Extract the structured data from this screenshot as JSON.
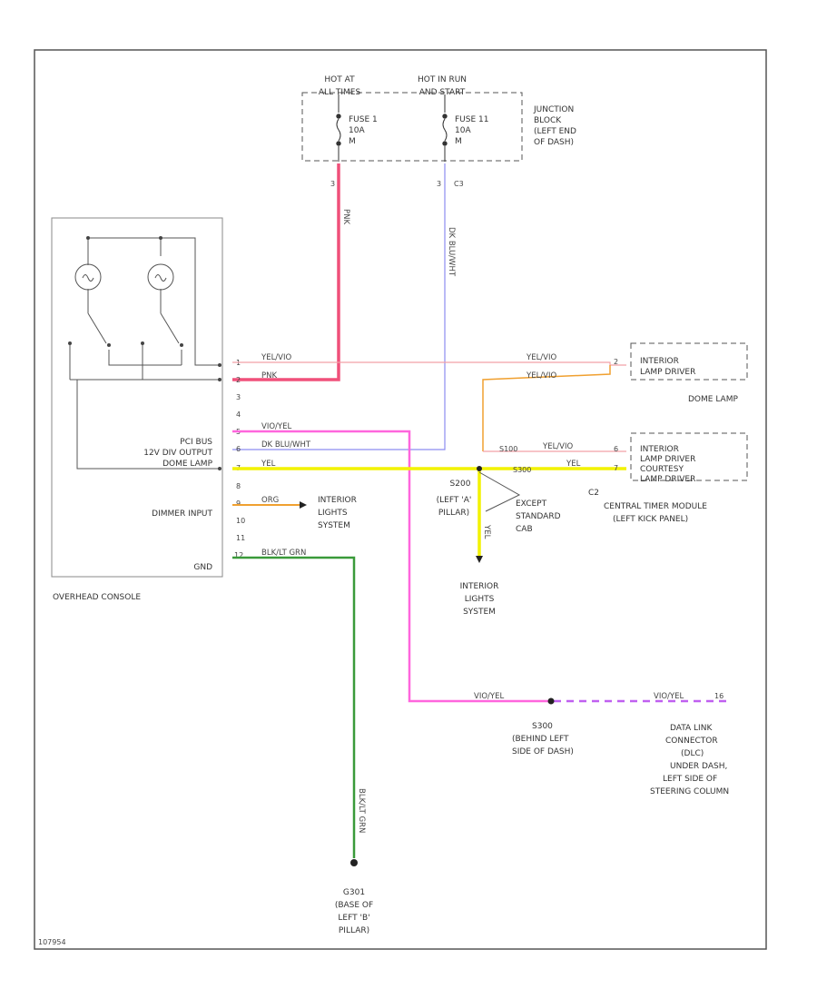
{
  "colors": {
    "pink": "#f0507a",
    "blue": "#8c8cf0",
    "vio_yel": "#ff66dd",
    "yel_vio": "#f2a0a8",
    "yellow": "#f2f200",
    "orange": "#f0a030",
    "green": "#3a9a3a",
    "black": "#222222",
    "violet": "#c060f0"
  },
  "junction": {
    "hot_at_all_times": [
      "HOT AT",
      "ALL TIMES"
    ],
    "hot_in_run": [
      "HOT IN RUN",
      "AND START"
    ],
    "fuse1": [
      "FUSE 1",
      "10A",
      "M"
    ],
    "fuse11": [
      "FUSE 11",
      "10A",
      "M"
    ],
    "label": [
      "JUNCTION",
      "BLOCK",
      "(LEFT END",
      "OF DASH)"
    ],
    "pin_fuse1": "3",
    "pin_fuse11": "3",
    "conn_c3": "C3"
  },
  "wires": {
    "pnk": "PNK",
    "dk_blu_wht": "DK BLU/WHT",
    "yel_vio": "YEL/VIO",
    "vio_yel": "VIO/YEL",
    "yel": "YEL",
    "org": "ORG",
    "blk_lt_grn": "BLK/LT GRN"
  },
  "console": {
    "title": "OVERHEAD CONSOLE",
    "pci_bus": "PCI BUS",
    "output": "12V DIV OUTPUT",
    "dome_lamp": "DOME LAMP",
    "dimmer_input": "DIMMER INPUT",
    "gnd": "GND",
    "pins": [
      "1",
      "2",
      "3",
      "4",
      "5",
      "6",
      "7",
      "8",
      "9",
      "10",
      "11",
      "12"
    ]
  },
  "dome": {
    "label1": [
      "INTERIOR",
      "LAMP DRIVER"
    ],
    "dome_lamp": "DOME LAMP",
    "pin": "2"
  },
  "ctm": {
    "label": [
      "INTERIOR",
      "LAMP DRIVER",
      "COURTESY",
      "LAMP DRIVER"
    ],
    "ctm_title": "CENTRAL TIMER MODULE",
    "ctm_sub": "(LEFT KICK PANEL)",
    "conn": "C2",
    "pin_vio": "6",
    "pin_yel": "7"
  },
  "splices": {
    "s200": "S200",
    "s200_desc": [
      "(LEFT 'A'",
      "PILLAR)"
    ],
    "except": [
      "EXCEPT",
      "STANDARD",
      "CAB"
    ],
    "s300": "S300",
    "s300_desc": [
      "(BEHIND LEFT",
      "SIDE OF DASH)"
    ],
    "s100": "S100",
    "s100_tag": "S100"
  },
  "destinations": {
    "interior_lights": [
      "INTERIOR",
      "LIGHTS",
      "SYSTEM"
    ],
    "interior_lights_side": [
      "INTERIOR",
      "LIGHTS",
      "SYSTEM"
    ],
    "dlc": [
      "DATA LINK",
      "CONNECTOR",
      "(DLC)",
      "UNDER DASH,",
      "LEFT SIDE OF",
      "STEERING COLUMN"
    ],
    "dlc_pin": "16",
    "dlc_wire": "VIO/YEL",
    "ground": [
      "G301",
      "(BASE OF",
      "LEFT 'B'",
      "PILLAR)"
    ]
  },
  "footer": "107954"
}
